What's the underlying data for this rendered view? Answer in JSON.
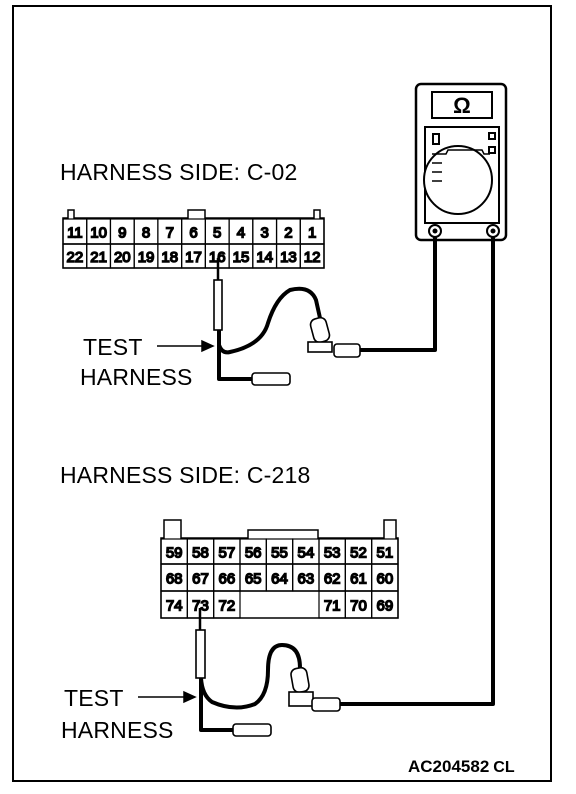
{
  "connector_c02": {
    "title": "HARNESS SIDE: C-02",
    "top_row": [
      "11",
      "10",
      "9",
      "8",
      "7",
      "6",
      "5",
      "4",
      "3",
      "2",
      "1"
    ],
    "bottom_row": [
      "22",
      "21",
      "20",
      "19",
      "18",
      "17",
      "16",
      "15",
      "14",
      "13",
      "12"
    ]
  },
  "connector_c218": {
    "title": "HARNESS SIDE: C-218",
    "row1": [
      "59",
      "58",
      "57",
      "56",
      "55",
      "54",
      "53",
      "52",
      "51"
    ],
    "row2": [
      "68",
      "67",
      "66",
      "65",
      "64",
      "63",
      "62",
      "61",
      "60"
    ],
    "row3": [
      "74",
      "73",
      "72",
      "",
      "",
      "",
      "71",
      "70",
      "69"
    ]
  },
  "test_harness_label_1": {
    "line1": "TEST",
    "line2": "HARNESS"
  },
  "test_harness_label_2": {
    "line1": "TEST",
    "line2": "HARNESS"
  },
  "meter": {
    "symbol": "Ω"
  },
  "figure_code": {
    "main": "AC204582",
    "suffix": "CL"
  }
}
